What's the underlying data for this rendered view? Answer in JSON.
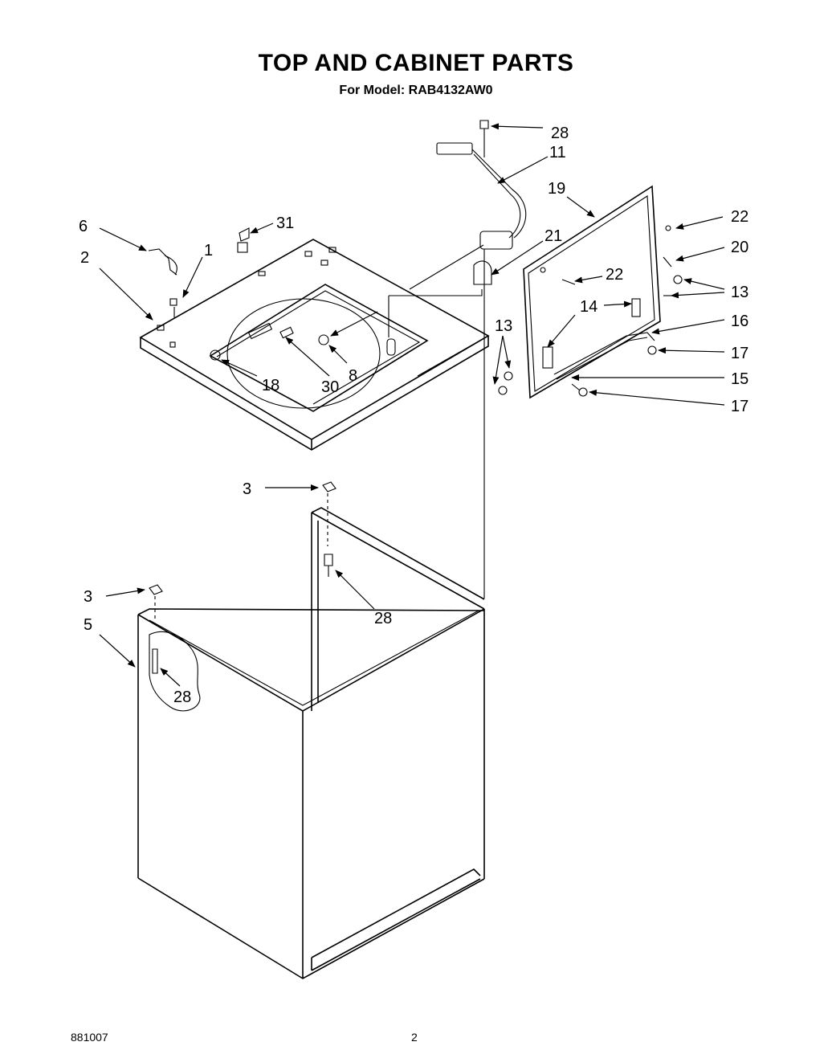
{
  "header": {
    "title": "TOP AND CABINET PARTS",
    "subtitle": "For Model: RAB4132AW0"
  },
  "footer": {
    "doc_number": "881007",
    "page_number": "2"
  },
  "callouts": {
    "c28_top": "28",
    "c11": "11",
    "c19": "19",
    "c22_right": "22",
    "c6": "6",
    "c31": "31",
    "c21": "21",
    "c1": "1",
    "c2": "2",
    "c20": "20",
    "c22_mid": "22",
    "c13_right": "13",
    "c14": "14",
    "c16": "16",
    "c13_left": "13",
    "c17_upper": "17",
    "c15": "15",
    "c18": "18",
    "c30": "30",
    "c8": "8",
    "c17_lower": "17",
    "c3_mid": "3",
    "c3_left": "3",
    "c28_mid": "28",
    "c5": "5",
    "c28_left": "28"
  }
}
